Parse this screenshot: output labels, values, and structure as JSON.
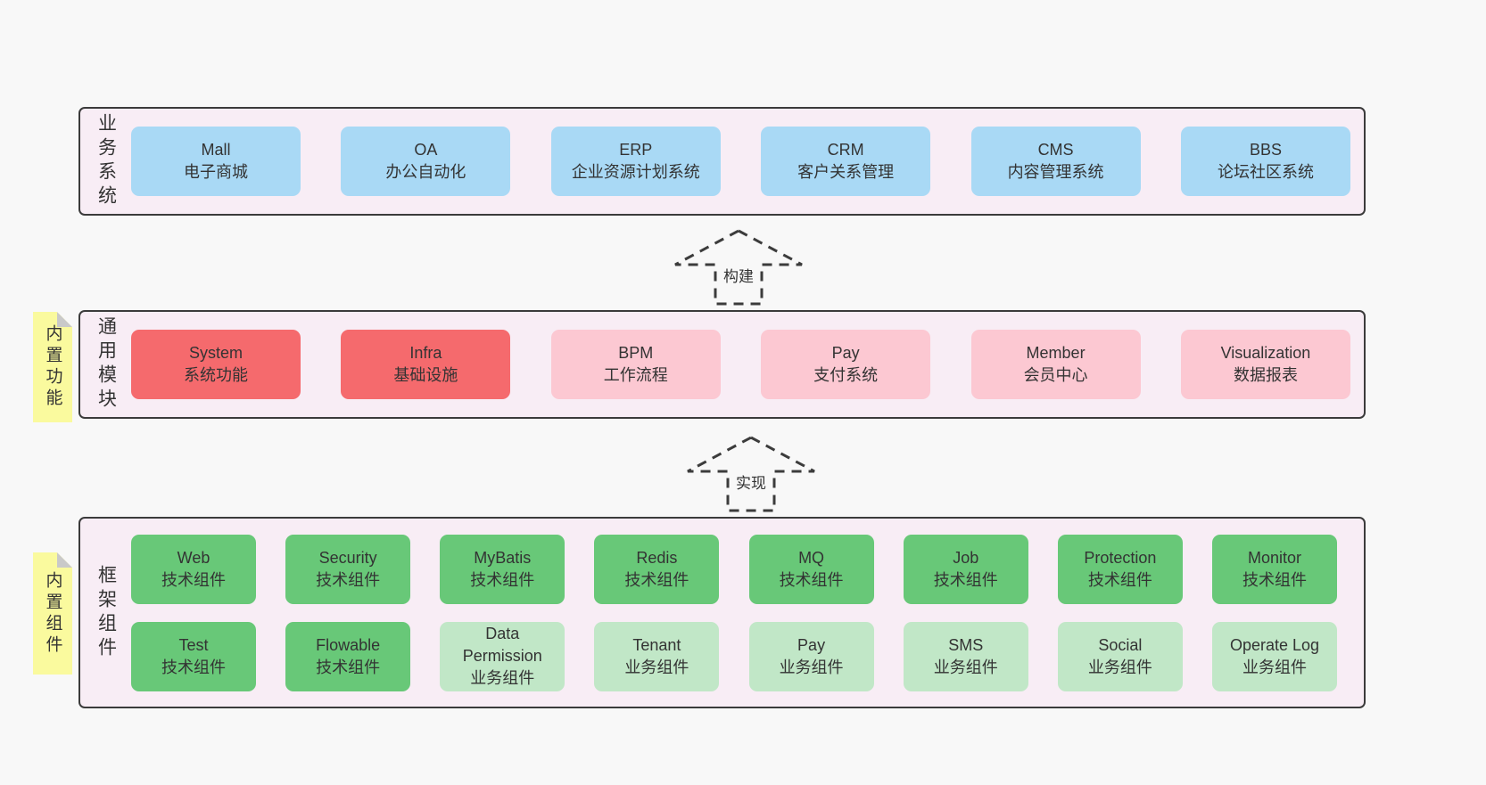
{
  "sections": {
    "business": {
      "label": "业务系统",
      "boxes": [
        {
          "en": "Mall",
          "zh": "电子商城"
        },
        {
          "en": "OA",
          "zh": "办公自动化"
        },
        {
          "en": "ERP",
          "zh": "企业资源计划系统"
        },
        {
          "en": "CRM",
          "zh": "客户关系管理"
        },
        {
          "en": "CMS",
          "zh": "内容管理系统"
        },
        {
          "en": "BBS",
          "zh": "论坛社区系统"
        }
      ]
    },
    "common": {
      "label": "通用模块",
      "sticky": "内置功能",
      "boxes": [
        {
          "en": "System",
          "zh": "系统功能"
        },
        {
          "en": "Infra",
          "zh": "基础设施"
        },
        {
          "en": "BPM",
          "zh": "工作流程"
        },
        {
          "en": "Pay",
          "zh": "支付系统"
        },
        {
          "en": "Member",
          "zh": "会员中心"
        },
        {
          "en": "Visualization",
          "zh": "数据报表"
        }
      ]
    },
    "framework": {
      "label": "框架组件",
      "sticky": "内置组件",
      "rows": [
        [
          {
            "en": "Web",
            "zh": "技术组件"
          },
          {
            "en": "Security",
            "zh": "技术组件"
          },
          {
            "en": "MyBatis",
            "zh": "技术组件"
          },
          {
            "en": "Redis",
            "zh": "技术组件"
          },
          {
            "en": "MQ",
            "zh": "技术组件"
          },
          {
            "en": "Job",
            "zh": "技术组件"
          },
          {
            "en": "Protection",
            "zh": "技术组件"
          },
          {
            "en": "Monitor",
            "zh": "技术组件"
          }
        ],
        [
          {
            "en": "Test",
            "zh": "技术组件"
          },
          {
            "en": "Flowable",
            "zh": "技术组件"
          },
          {
            "en": "Data Permission",
            "zh": "业务组件"
          },
          {
            "en": "Tenant",
            "zh": "业务组件"
          },
          {
            "en": "Pay",
            "zh": "业务组件"
          },
          {
            "en": "SMS",
            "zh": "业务组件"
          },
          {
            "en": "Social",
            "zh": "业务组件"
          },
          {
            "en": "Operate Log",
            "zh": "业务组件"
          }
        ]
      ]
    }
  },
  "arrows": [
    {
      "label": "构建"
    },
    {
      "label": "实现"
    }
  ],
  "colors": {
    "page_bg": "#f8f8f8",
    "section_bg": "#f8edf5",
    "section_border": "#3b3b3b",
    "blue_box": "#a9d9f5",
    "red_box": "#f56a6d",
    "pink_box": "#fcc8d2",
    "green_box": "#68c878",
    "light_green_box": "#c1e7c7",
    "sticky_bg": "#fafa9e",
    "sticky_fold": "#c9c9c9",
    "text": "#333333"
  }
}
